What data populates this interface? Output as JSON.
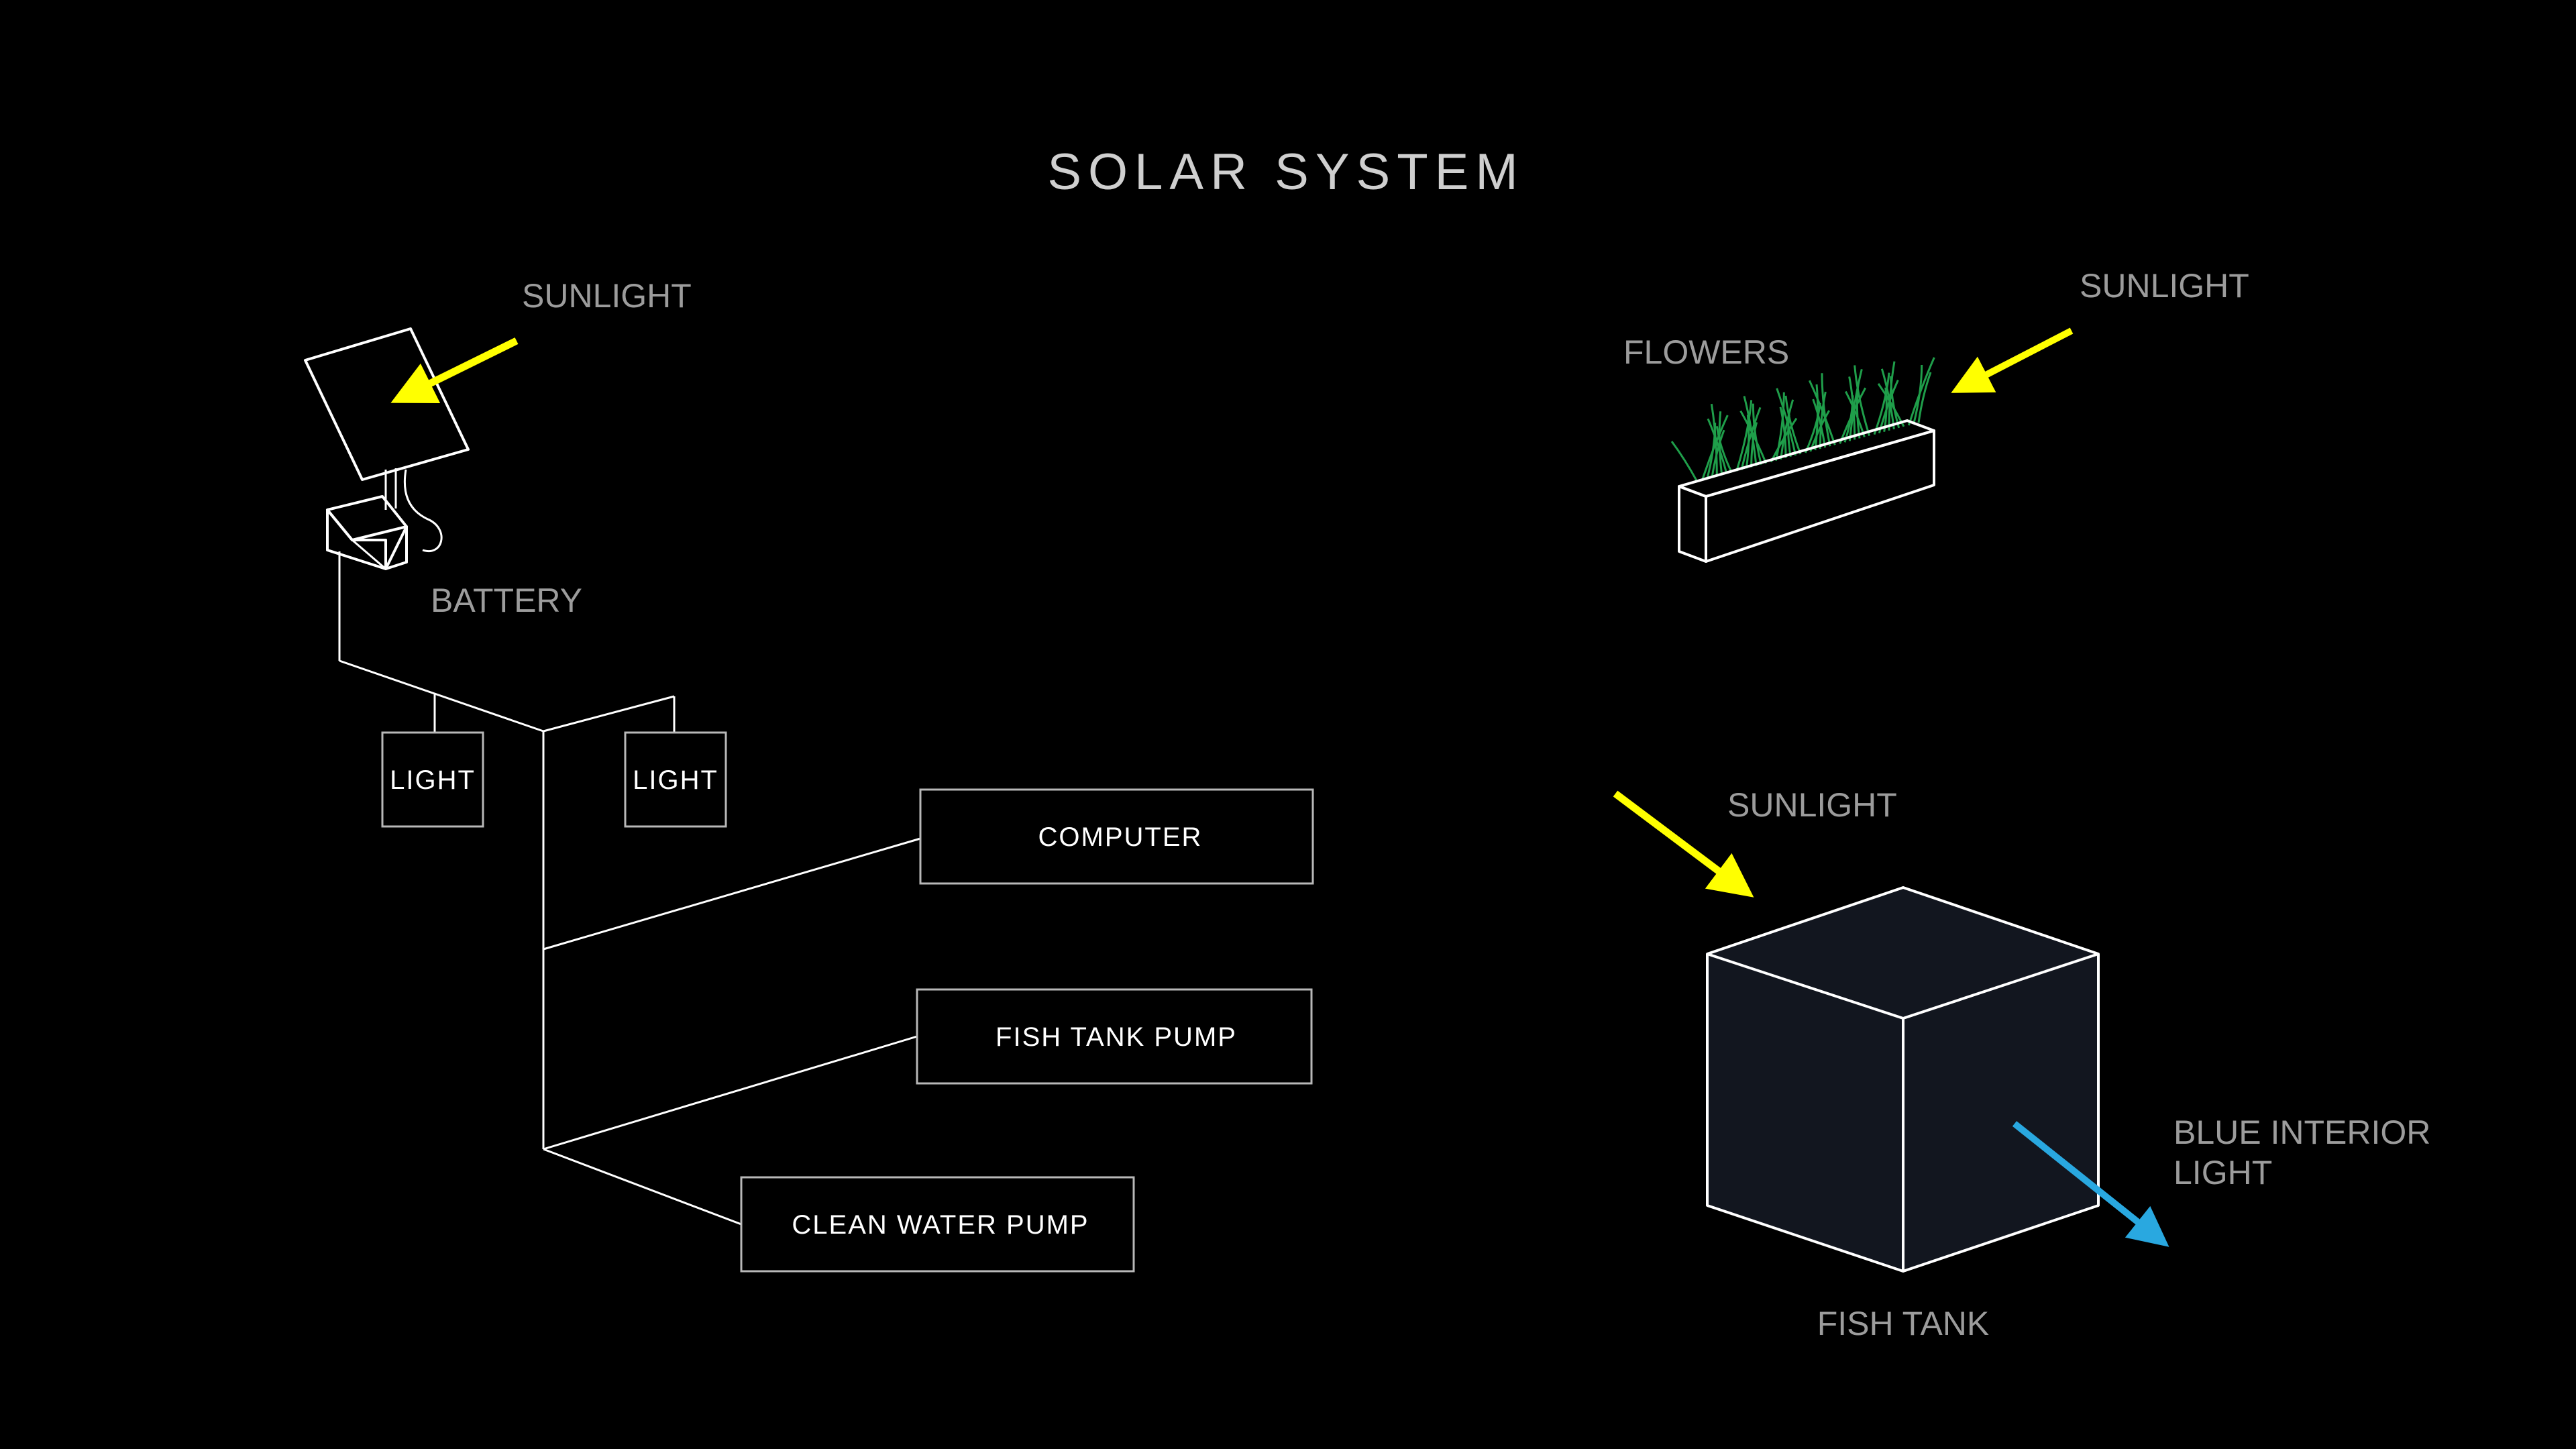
{
  "title": "SOLAR SYSTEM",
  "colors": {
    "background": "#000000",
    "line": "#ffffff",
    "label": "#9c9c9c",
    "sunlight_arrow": "#ffff00",
    "interior_light_arrow": "#29a8e0",
    "tank_fill": "#12161f",
    "grass": "#1f9e4a"
  },
  "left_system": {
    "sunlight_label": "SUNLIGHT",
    "battery_label": "BATTERY",
    "light_1_label": "LIGHT",
    "light_2_label": "LIGHT",
    "computer_label": "COMPUTER",
    "fish_tank_pump_label": "FISH TANK PUMP",
    "clean_water_pump_label": "CLEAN WATER PUMP"
  },
  "flowers": {
    "label": "FLOWERS",
    "sunlight_label": "SUNLIGHT"
  },
  "fish_tank": {
    "label": "FISH TANK",
    "sunlight_label": "SUNLIGHT",
    "interior_light_label_line1": "BLUE INTERIOR",
    "interior_light_label_line2": "LIGHT"
  },
  "icons": {
    "solar_panel": "solar-panel-icon",
    "battery": "battery-icon",
    "planter": "planter-icon",
    "tank": "cube-tank-icon"
  }
}
